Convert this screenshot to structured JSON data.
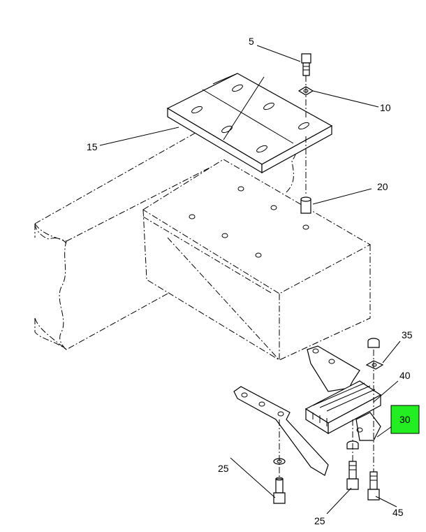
{
  "callouts": [
    {
      "id": "c5",
      "label": "5"
    },
    {
      "id": "c10",
      "label": "10"
    },
    {
      "id": "c15",
      "label": "15"
    },
    {
      "id": "c20",
      "label": "20"
    },
    {
      "id": "c35",
      "label": "35"
    },
    {
      "id": "c40",
      "label": "40"
    },
    {
      "id": "c30",
      "label": "30"
    },
    {
      "id": "c25a",
      "label": "25"
    },
    {
      "id": "c25b",
      "label": "25"
    },
    {
      "id": "c45",
      "label": "45"
    }
  ],
  "highlight": {
    "label": "30",
    "color": "#22ee22"
  }
}
